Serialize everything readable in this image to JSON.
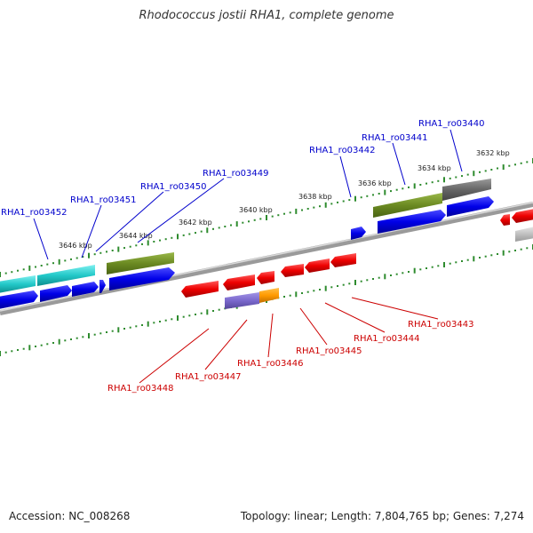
{
  "title": "Rhodococcus jostii RHA1, complete genome",
  "footer": {
    "accession": "Accession: NC_008268",
    "topology": "Topology: linear; Length: 7,804,765 bp; Genes: 7,274"
  },
  "colors": {
    "backbone": "#8a8a8a",
    "tick": "#2e8b2e",
    "forward_label": "#0000cc",
    "reverse_label": "#cc0000"
  },
  "scale_labels": [
    "3646 kbp",
    "3644 kbp",
    "3642 kbp",
    "3640 kbp",
    "3638 kbp",
    "3636 kbp",
    "3634 kbp",
    "3632 kbp"
  ],
  "forward_gene_labels": [
    "RHA1_ro03452",
    "RHA1_ro03451",
    "RHA1_ro03450",
    "RHA1_ro03449",
    "RHA1_ro03442",
    "RHA1_ro03441",
    "RHA1_ro03440"
  ],
  "reverse_gene_labels": [
    "RHA1_ro03448",
    "RHA1_ro03447",
    "RHA1_ro03446",
    "RHA1_ro03445",
    "RHA1_ro03444",
    "RHA1_ro03443"
  ]
}
